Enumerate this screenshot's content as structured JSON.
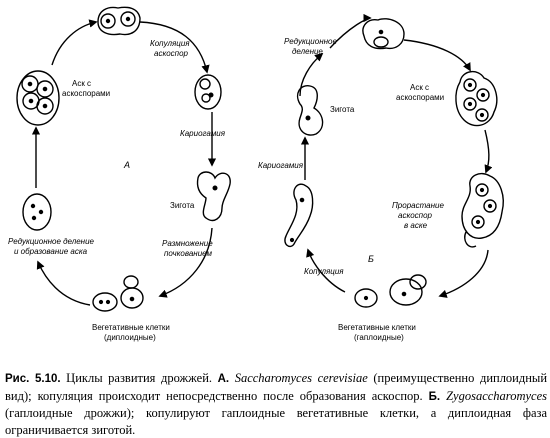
{
  "panel_a": {
    "letter": "А",
    "ascus_label": [
      "Аск с",
      "аскоспорами"
    ],
    "copulation_label": [
      "Копуляция",
      "аскоспор"
    ],
    "karyogamy_label": "Кариогамия",
    "zygote_label": "Зигота",
    "budding_label": [
      "Размножение",
      "почкованием"
    ],
    "reduction_label": [
      "Редукционное деление",
      "и образование аска"
    ],
    "vegetative_label": [
      "Вегетативные клетки",
      "(диплоидные)"
    ]
  },
  "panel_b": {
    "letter": "Б",
    "reduction_label": [
      "Редукционное",
      "деление"
    ],
    "zygote_label": "Зигота",
    "ascus_label": [
      "Аск с",
      "аскоспорами"
    ],
    "karyogamy_label": "Кариогамия",
    "germination_label": [
      "Прорастание",
      "аскоспор",
      "в аске"
    ],
    "copulation_label": "Копуляция",
    "vegetative_label": [
      "Вегетативные клетки",
      "(гаплоидные)"
    ]
  },
  "caption": {
    "fig": "Рис. 5.10.",
    "t1": " Циклы развития дрожжей. ",
    "a": "А.",
    "s1": "Saccharomyces cerevisiae",
    "t2": " (преимущественно диплоидный вид); копуляция происходит непосредственно после образования аскоспор. ",
    "b": "Б.",
    "s2": "Zygosaccharomyces",
    "t3": " (гаплоидные дрожжи); копулируют гаплоидные вегетативные клетки, а диплоидная фаза ограничивается зиготой."
  }
}
